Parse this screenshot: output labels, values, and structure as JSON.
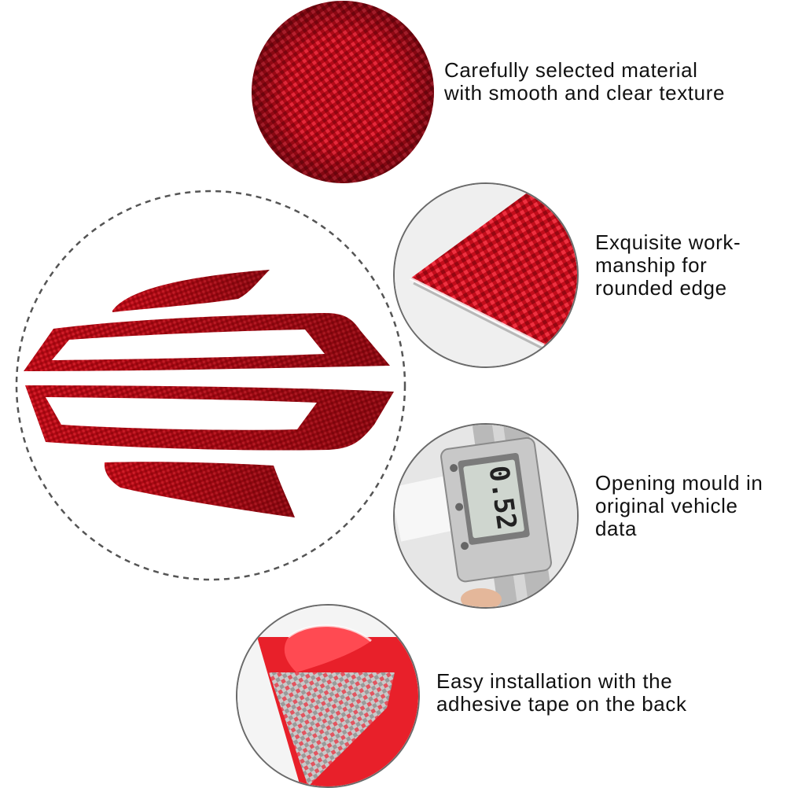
{
  "colors": {
    "carbon_red": "#d0101c",
    "carbon_dark": "#9a0710",
    "caption_text": "#111111",
    "dash_ring": "#555555"
  },
  "features": [
    {
      "icon": "carbon-fiber-texture",
      "lines": [
        "Carefully selected material",
        "with smooth and clear texture"
      ]
    },
    {
      "icon": "rounded-edge-closeup",
      "lines": [
        "Exquisite work-",
        "manship for",
        "rounded edge"
      ]
    },
    {
      "icon": "caliper-measurement",
      "lines": [
        "Opening mould in",
        "original vehicle",
        "data"
      ],
      "caliper_reading": "0.52"
    },
    {
      "icon": "adhesive-tape-peel",
      "lines": [
        "Easy installation with the",
        "adhesive tape on the back"
      ]
    }
  ]
}
